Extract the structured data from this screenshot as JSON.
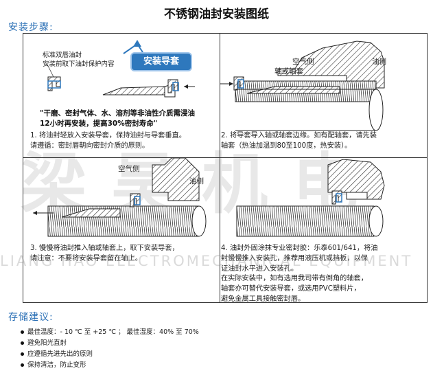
{
  "title": "不锈钢油封安装图纸",
  "steps_heading": "安装步骤:",
  "badge": "安装导套",
  "labels": {
    "seal_desc_1": "标准双唇油封",
    "seal_desc_2": "安装前取下油封保护内容",
    "air_side": "空气侧",
    "oil_side": "油侧",
    "shaft": "轴或轴套"
  },
  "note": {
    "line1": "\"干磨、密封气体、水、溶剂等非油性介质需浸油",
    "line2": "12小时再安装，提高30%密封寿命\""
  },
  "steps": {
    "s1": [
      "1. 将油封轻放入安装导套，保持油封与导套垂直。",
      "请遵循：密封唇朝向密封介质的原则。"
    ],
    "s2": [
      "2. 将导套导入轴或轴套边缘。如有配轴套，请先装",
      "轴套（热油加温到80至100度，热安装）。"
    ],
    "s3": [
      "3. 慢慢将油封推入轴或轴套上，取下安装导套，",
      "请注意：不要将安装导套留在轴上。"
    ],
    "s4": [
      "4. 油封外固涂抹专业密封胶：乐泰601/641，将油",
      "封慢慢推入安装孔，推荐用液压机或挡板，以保",
      "证油封水平进入安装孔。"
    ],
    "s4b": [
      "在实际安装中，如有选用我司带有倒角的轴套，",
      "轴套亦可替代安装导套，或选用PVC塑料片，",
      "避免金属工具接触密封唇。"
    ]
  },
  "storage_heading": "存储建议:",
  "storage": [
    "最佳温度：- 10 ℃ 至 +25 ℃ ；  最佳湿度：40% 至 70%",
    "避免阳光直射",
    "应遵循先进先出的原则",
    "保持清洁，防止变形"
  ],
  "watermark": "梁昊机电",
  "watermark_en": "LIANG HAO ELECTROMECHANICAL EQUIPMENT"
}
